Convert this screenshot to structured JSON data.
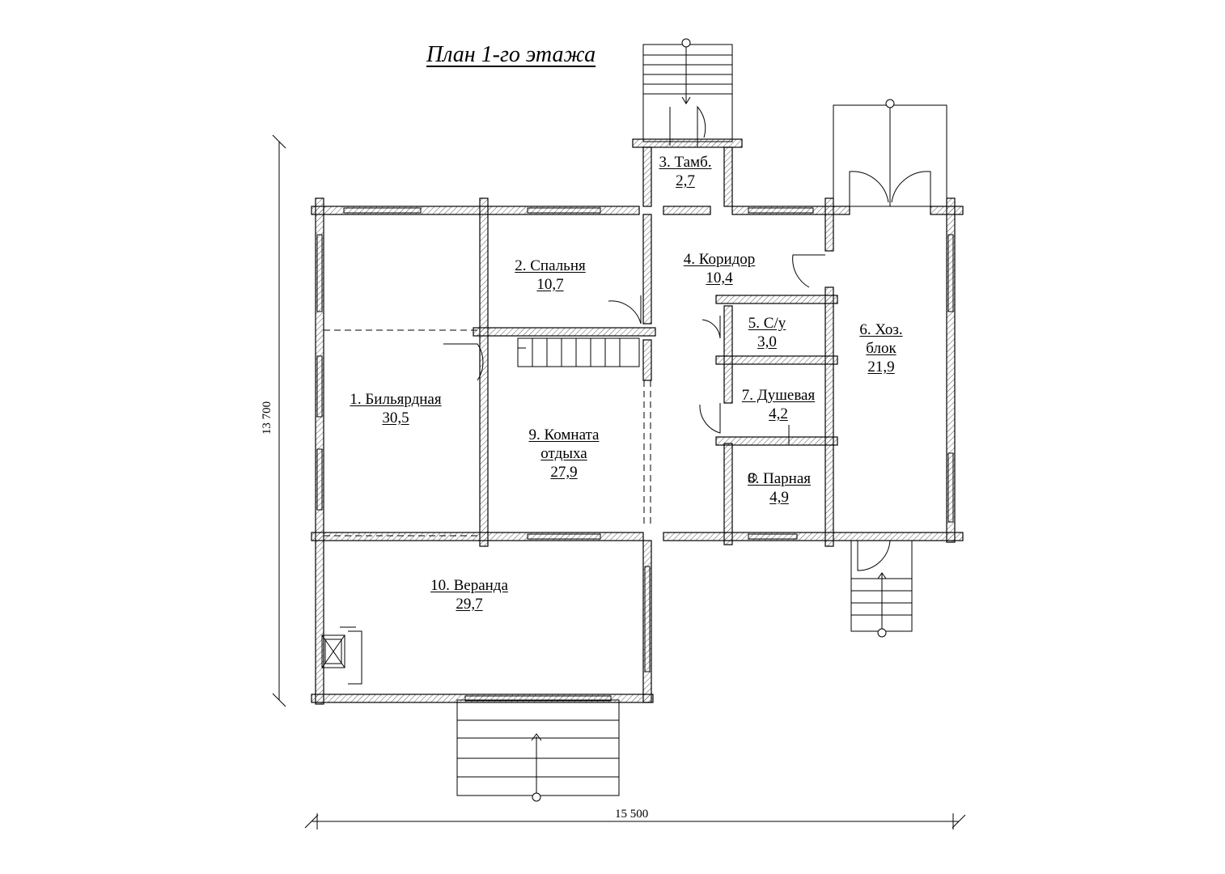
{
  "title": "План 1-го этажа",
  "rooms": [
    {
      "name": "1. Бильярдная",
      "area": "30,5"
    },
    {
      "name": "2. Спальня",
      "area": "10,7"
    },
    {
      "name": "3. Тамб.",
      "area": "2,7"
    },
    {
      "name": "4. Коридор",
      "area": "10,4"
    },
    {
      "name": "5. С/у",
      "area": "3,0"
    },
    {
      "name": "6. Хоз.",
      "name2": "блок",
      "area": "21,9"
    },
    {
      "name": "7. Душевая",
      "area": "4,2"
    },
    {
      "name": "8. Парная",
      "area": "4,9"
    },
    {
      "name": "9. Комната",
      "name2": "отдыха",
      "area": "27,9"
    },
    {
      "name": "10. Веранда",
      "area": "29,7"
    }
  ],
  "dimensions": {
    "width": "15 500",
    "height": "13 700"
  }
}
